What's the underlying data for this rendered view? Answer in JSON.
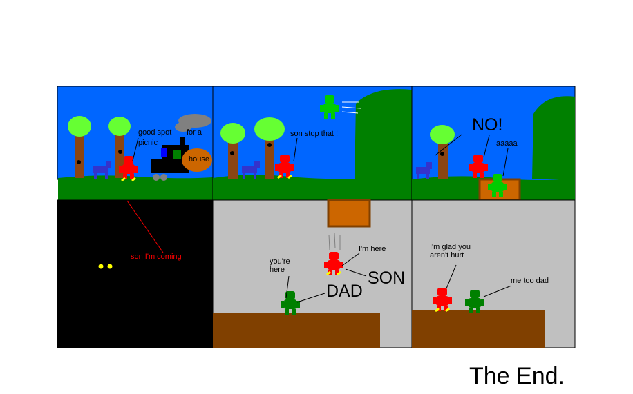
{
  "comic": {
    "panel1": {
      "speech": "good spot",
      "speech2": "for a",
      "speech3": "picnic",
      "sign": "house"
    },
    "panel2": {
      "speech": "son stop that !"
    },
    "panel3": {
      "shout": "NO!",
      "scream": "aaaaa"
    },
    "panel4": {
      "speech": "son I'm coming"
    },
    "panel5": {
      "son_speech": "I'm here",
      "son_label": "SON",
      "dad_speech": "you're here",
      "dad_label": "DAD"
    },
    "panel6": {
      "son_speech": "I'm glad you aren't hurt",
      "dad_speech": "me too dad"
    },
    "ending": "The End."
  },
  "colors": {
    "sky": "#0066ff",
    "grass": "#008000",
    "trunk": "#8b4513",
    "leaves": "#66ff33",
    "underground": "#c0c0c0",
    "cave": "#000000",
    "dirt": "#804000",
    "hole": "#cc6600",
    "eyes": "#ffff00",
    "son": "#ff0000",
    "dad": "#008000",
    "dog": "#3333cc"
  }
}
